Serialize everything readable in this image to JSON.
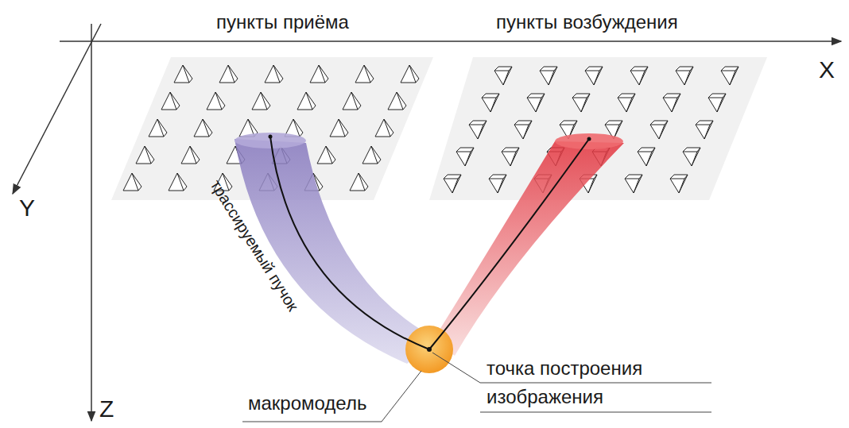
{
  "diagram": {
    "labels": [
      "пункты приёма",
      "пункты возбуждения",
      "X",
      "Y",
      "Z",
      "трассируемый пучок",
      "точка построения изображения",
      "макромодель"
    ]
  }
}
